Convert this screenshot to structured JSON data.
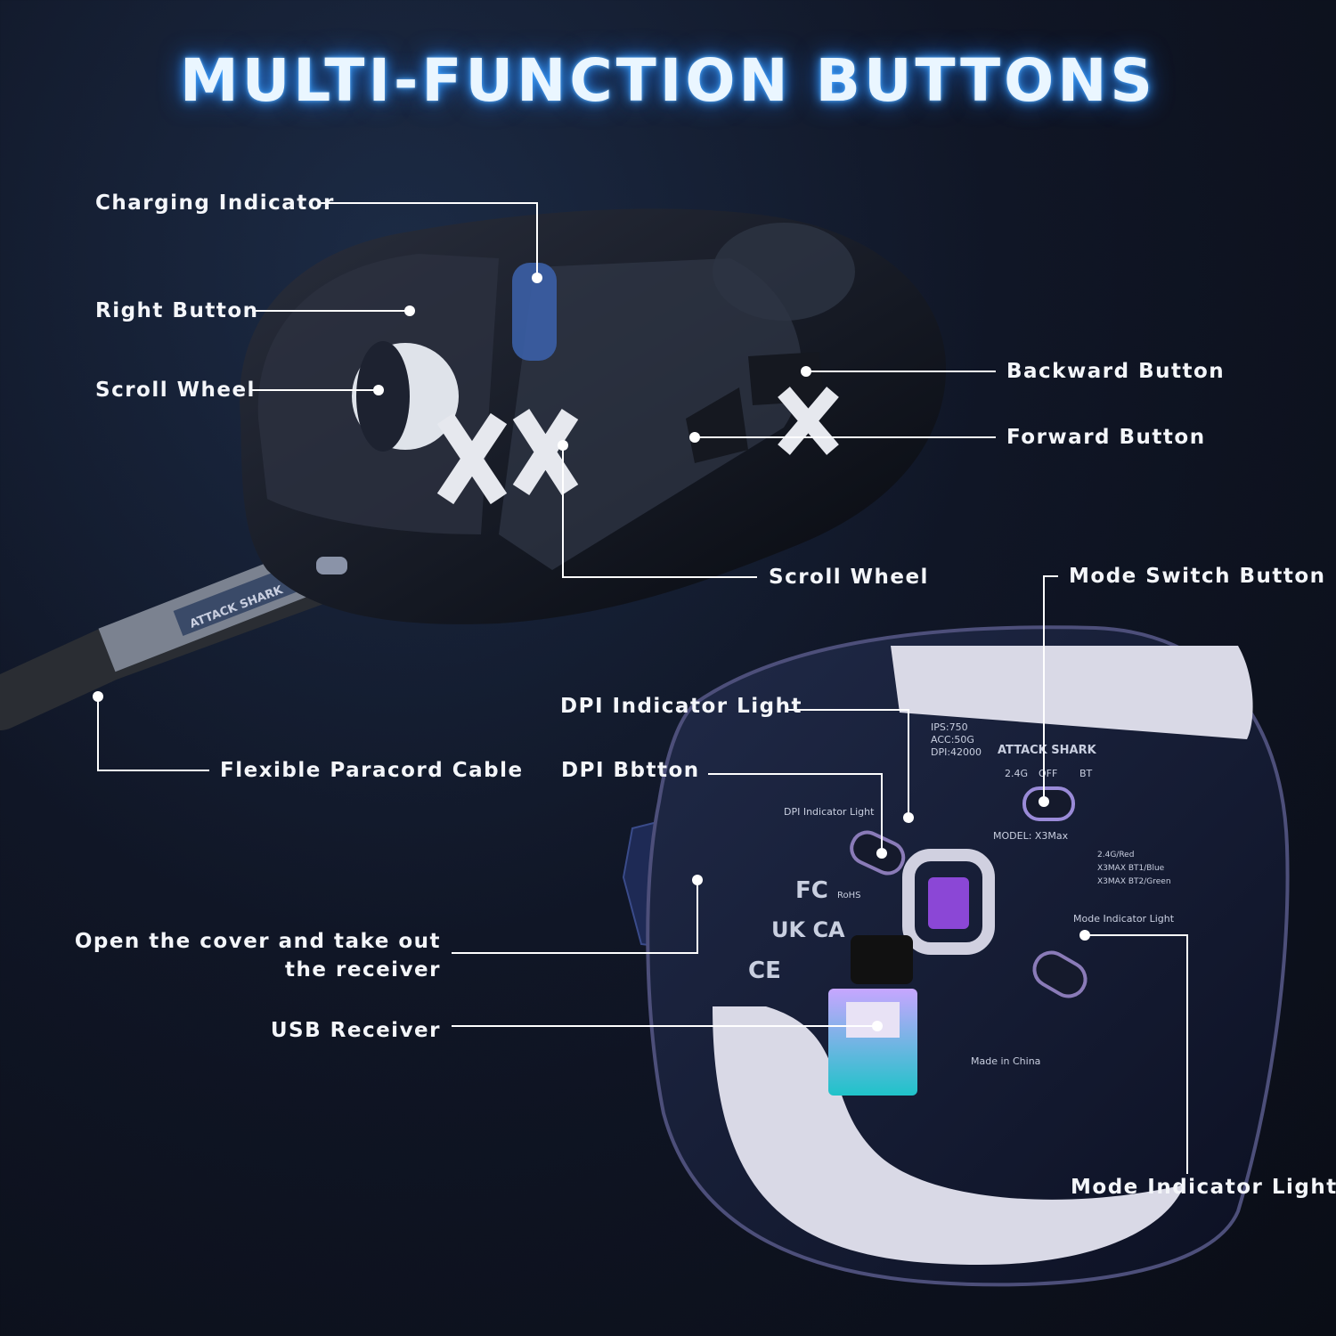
{
  "title": "MULTI-FUNCTION BUTTONS",
  "callouts": {
    "charging_indicator": "Charging Indicator",
    "right_button": "Right Button",
    "scroll_wheel_top": "Scroll Wheel",
    "backward_button": "Backward Button",
    "forward_button": "Forward Button",
    "scroll_wheel_side": "Scroll Wheel",
    "mode_switch_button": "Mode Switch Button",
    "dpi_indicator_light": "DPI Indicator Light",
    "dpi_button": "DPI Bbtton",
    "paracord_cable": "Flexible Paracord Cable",
    "open_cover_line1": "Open the cover and take out",
    "open_cover_line2": "the receiver",
    "usb_receiver": "USB Receiver",
    "mode_indicator_light": "Mode Indicator Light"
  },
  "product_print": {
    "specs": [
      "IPS:750",
      "ACC:50G",
      "DPI:42000"
    ],
    "brand": "ATTACK SHARK",
    "switch_positions": [
      "2.4G",
      "OFF",
      "BT"
    ],
    "model": "MODEL: X3Max",
    "dpi_light_label": "DPI Indicator Light",
    "mode_colors": [
      "2.4G/Red",
      "X3MAX BT1/Blue",
      "X3MAX BT2/Green"
    ],
    "mode_light_label": "Mode Indicator Light",
    "cable_brand": "ATTACK SHARK",
    "made_in": "Made in China",
    "certifications": [
      "FC",
      "RoHS",
      "UK CA",
      "CE"
    ]
  },
  "colors": {
    "accent_glow": "#3aa0ff",
    "background": "#101626",
    "line": "#ffffff"
  }
}
